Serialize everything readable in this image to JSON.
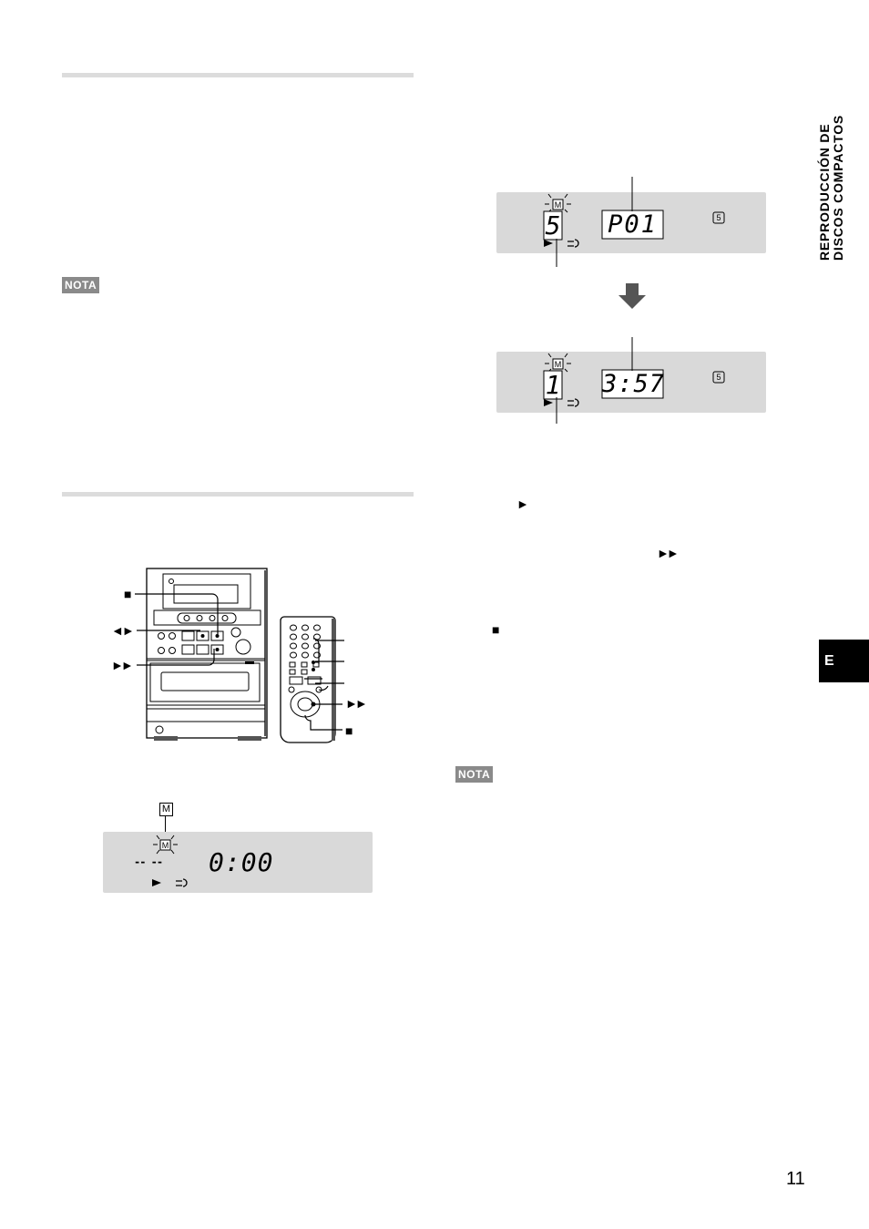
{
  "section_tab": {
    "line1": "REPRODUCCIÓN DE",
    "line2": "DISCOS COMPACTOS"
  },
  "language_tab": "E",
  "page_number": "11",
  "notes": {
    "note1_label": "NOTA",
    "note2_label": "NOTA"
  },
  "displays": {
    "top": {
      "digit": "5",
      "main": "P01",
      "disc": "5",
      "m": "M"
    },
    "middle": {
      "digit": "1",
      "main": "3:57",
      "disc": "5",
      "m": "M"
    },
    "bottom": {
      "main": "0:00",
      "dashes": "-- --",
      "m_box": "M",
      "m": "M"
    }
  },
  "symbols": {
    "stop": "■",
    "rew_fwd": "◄►",
    "ffwd": "►►",
    "play": "►"
  }
}
